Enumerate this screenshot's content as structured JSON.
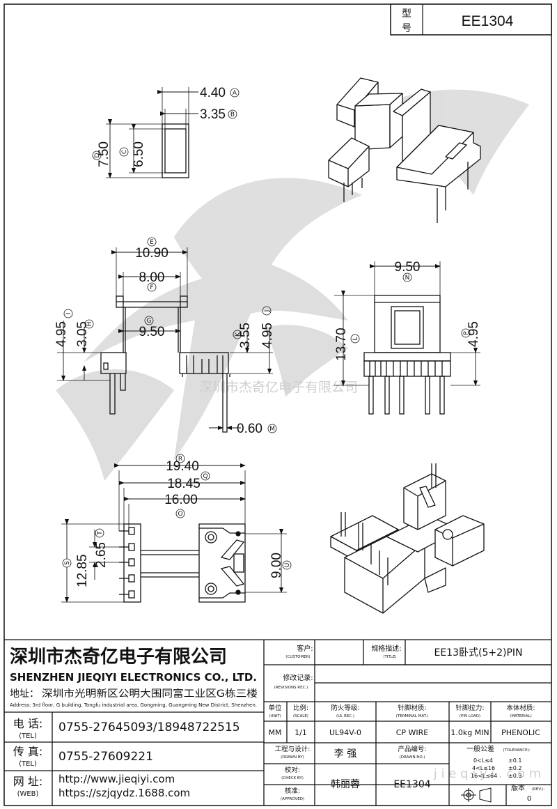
{
  "header": {
    "model_label_1": "型",
    "model_label_2": "号",
    "model_value": "EE1304"
  },
  "watermark": {
    "text": "深圳市杰奇亿电子有限公司",
    "url": "j i e q i y i . c o m"
  },
  "dimensions": {
    "a": {
      "value": "4.40",
      "mark": "A"
    },
    "b": {
      "value": "3.35",
      "mark": "B"
    },
    "c": {
      "value": "6.50",
      "mark": "C"
    },
    "d": {
      "value": "7.50",
      "mark": "D"
    },
    "e": {
      "value": "10.90",
      "mark": "E"
    },
    "f": {
      "value": "8.00",
      "mark": "F"
    },
    "g": {
      "value": "9.50",
      "mark": "G"
    },
    "h": {
      "value": "3.05",
      "mark": "H"
    },
    "i": {
      "value": "4.95",
      "mark": "I"
    },
    "j": {
      "value": "4.95",
      "mark": "J"
    },
    "k": {
      "value": "3.55",
      "mark": "K"
    },
    "l": {
      "value": "13.70",
      "mark": "L"
    },
    "m": {
      "value": "0.60",
      "mark": "M"
    },
    "n": {
      "value": "9.50",
      "mark": "N"
    },
    "o": {
      "value": "16.00",
      "mark": "O"
    },
    "p": {
      "value": "4.95",
      "mark": "P"
    },
    "q": {
      "value": "18.45",
      "mark": "Q"
    },
    "r": {
      "value": "19.40",
      "mark": "R"
    },
    "s": {
      "value": "12.85",
      "mark": "S"
    },
    "t": {
      "value": "2.65",
      "mark": "T"
    },
    "u": {
      "value": "9.00",
      "mark": "U"
    }
  },
  "company": {
    "name_cn": "深圳市杰奇亿电子有限公司",
    "name_en": "SHENZHEN JIEQIYI ELECTRONICS CO., LTD.",
    "addr_label": "地址：",
    "addr_cn": "深圳市光明新区公明大围同富工业区G栋三楼",
    "addr_en": "Address: 3rd floor, G building, Tongfu industrial area, Gongming, Guangming New District, Shenzhen.",
    "tel_label_cn": "电 话:",
    "tel_label_en": "(TEL)",
    "tel_value": "0755-27645093/18948722515",
    "fax_label_cn": "传 真:",
    "fax_label_en": "(TEL)",
    "fax_value": "0755-27609221",
    "web_label_cn": "网 址:",
    "web_label_en": "(WEB)",
    "web_value_1": "http://www.jieqiyi.com",
    "web_value_2": "https://szjqydz.1688.com"
  },
  "title_block": {
    "customer_cn": "客户:",
    "customer_en": "(CUSTOMER)",
    "title_cn": "规格描述:",
    "title_en": "(TITLE)",
    "title_value": "EE13卧式(5+2)PIN",
    "rev_rec_cn": "修改记录:",
    "rev_rec_en": "(REVISIONS REC.)",
    "unit_cn": "单位",
    "unit_en": "(UNIT)",
    "unit_value": "MM",
    "scale_cn": "比例:",
    "scale_en": "(SCALE)",
    "scale_value": "1/1",
    "ul_cn": "防火等级:",
    "ul_en": "(UL REC.)",
    "ul_value": "UL94V-0",
    "terminal_cn": "针脚材质:",
    "terminal_en": "(TERMINAL MAT.)",
    "terminal_value": "CP WIRE",
    "pinload_cn": "针脚拉力:",
    "pinload_en": "(PIN LOAD)",
    "pinload_value": "1.0kg MIN",
    "material_cn": "本体材质:",
    "material_en": "(MATERIAL)",
    "material_value": "PHENOLIC",
    "drawn_cn": "工程与设计:",
    "drawn_en": "(DRAWN BY)",
    "drawn_value": "李 强",
    "check_cn": "校对:",
    "check_en": "(CHECK BY)",
    "approved_cn": "核准:",
    "approved_en": "(APPROVED)",
    "approved_value": "韩丽蓉",
    "drawn_no_cn": "产品编号:",
    "drawn_no_en": "(DRAWN NO.)",
    "drawn_no_value": "EE1304",
    "tol_cn": "一般公差",
    "tol_en": "(TOLERANCE):",
    "tol_rows": [
      {
        "range": "0<L≤4",
        "value": "±0.1"
      },
      {
        "range": "4<L≤16",
        "value": "±0.2"
      },
      {
        "range": "16<L≤64",
        "value": "±0.3"
      }
    ],
    "rev_cn": "版本",
    "rev_en": "(REV.):",
    "rev_value": "0"
  }
}
